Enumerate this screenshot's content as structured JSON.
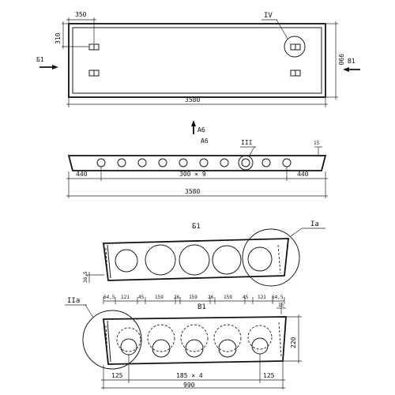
{
  "plan": {
    "dim_top_left": "350",
    "dim_left_side": "310",
    "dim_right_side": "990",
    "dim_length": "3580",
    "section_label_left": "Б1",
    "section_label_right": "B1",
    "callout_label": "IV"
  },
  "elevation": {
    "view_arrow_label": "A6",
    "view_title": "A6",
    "callout_label": "III",
    "slope_dim": "15",
    "dim_left": "440",
    "dim_middle": "300 × 9",
    "dim_right": "440",
    "dim_total": "3580"
  },
  "section_b1": {
    "title": "Б1",
    "callout_label": "Iа",
    "dim_left_height": "38,5",
    "dims_bottom": [
      "64,5",
      "121",
      "45",
      "159",
      "26",
      "159",
      "26",
      "159",
      "45",
      "121",
      "64,5"
    ]
  },
  "section_b1_lower": {
    "title": "B1",
    "callout_label": "IIа",
    "slope_dim": "15",
    "dim_height": "220",
    "dim_left": "125",
    "dim_middle": "185 × 4",
    "dim_right": "125",
    "dim_total": "990"
  }
}
